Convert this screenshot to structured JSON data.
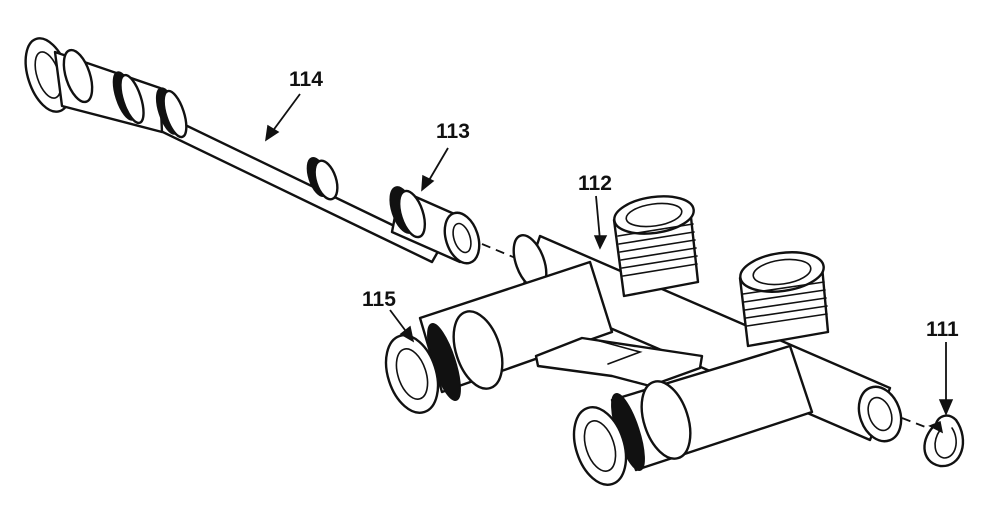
{
  "callouts": {
    "p111": "111",
    "p112": "112",
    "p113": "113",
    "p114": "114",
    "p115": "115"
  },
  "colors": {
    "ink": "#111111",
    "paper": "#ffffff"
  }
}
